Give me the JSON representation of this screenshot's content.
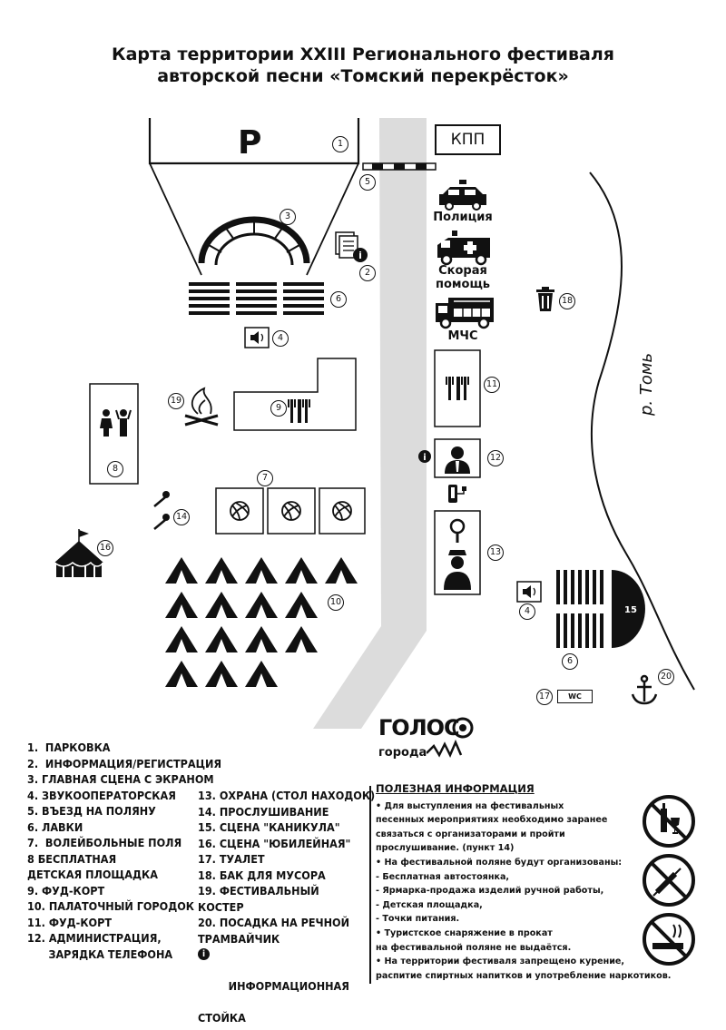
{
  "title": {
    "line1": "Карта территории XXIII Регионального фестиваля",
    "line2": "авторской песни «Томский перекрёсток»"
  },
  "map": {
    "parking_letter": "P",
    "kpp": "КПП",
    "police": "Полиция",
    "ambulance_line1": "Скорая",
    "ambulance_line2": "помощь",
    "mchs": "МЧС",
    "river": "р. Томь",
    "wc": "WC",
    "stage15": "15",
    "markers": [
      "1",
      "2",
      "3",
      "4",
      "5",
      "6",
      "7",
      "8",
      "9",
      "10",
      "11",
      "12",
      "13",
      "14",
      "15",
      "16",
      "17",
      "18",
      "19",
      "20"
    ]
  },
  "icons": [
    "parking-icon",
    "barrier-icon",
    "police-car-icon",
    "ambulance-icon",
    "fire-truck-icon",
    "stage-arch-icon",
    "info-stand-icon",
    "bench-icon",
    "speaker-icon",
    "children-icon",
    "campfire-icon",
    "fork-knife-icon",
    "volleyball-icon",
    "microphone-icon",
    "circus-tent-icon",
    "tent-icon",
    "trash-can-icon",
    "administrator-icon",
    "charger-icon",
    "magnifier-icon",
    "guard-icon",
    "anchor-icon",
    "no-alcohol-icon",
    "no-drugs-icon",
    "no-smoking-icon"
  ],
  "logo": {
    "line1": "ГОЛОС",
    "line2": "города"
  },
  "legend": {
    "col1": [
      "1.  ПАРКОВКА",
      "2.  ИНФОРМАЦИЯ/РЕГИСТРАЦИЯ",
      "3. ГЛАВНАЯ СЦЕНА С ЭКРАНОМ",
      "4. ЗВУКООПЕРАТОРСКАЯ",
      "5. ВЪЕЗД НА ПОЛЯНУ",
      "6. ЛАВКИ",
      "7.  ВОЛЕЙБОЛЬНЫЕ ПОЛЯ",
      "8 БЕСПЛАТНАЯ",
      "ДЕТСКАЯ ПЛОЩАДКА",
      "9. ФУД-КОРТ",
      "10. ПАЛАТОЧНЫЙ ГОРОДОК",
      "11. ФУД-КОРТ",
      "12. АДМИНИСТРАЦИЯ,",
      "      ЗАРЯДКА ТЕЛЕФОНА"
    ],
    "col2": [
      "13. ОХРАНА (СТОЛ НАХОДОК)",
      "14. ПРОСЛУШИВАНИЕ",
      "15. СЦЕНА \"КАНИКУЛА\"",
      "16. СЦЕНА \"ЮБИЛЕЙНАЯ\"",
      "17. ТУАЛЕТ",
      "18. БАК ДЛЯ МУСОРА",
      "19. ФЕСТИВАЛЬНЫЙ",
      "КОСТЕР",
      "20. ПОСАДКА НА РЕЧНОЙ",
      "ТРАМВАЙЧИК"
    ],
    "info_line1": "ИНФОРМАЦИОННАЯ",
    "info_line2": "СТОЙКА"
  },
  "useful": {
    "title": "ПОЛЕЗНАЯ ИНФОРМАЦИЯ",
    "lines": [
      "• Для выступления на фестивальных",
      "песенных мероприятиях необходимо заранее",
      "связаться с организаторами и пройти",
      "прослушивание. (пункт 14)",
      "• На фестивальной поляне будут организованы:",
      "- Бесплатная автостоянка,",
      "- Ярмарка-продажа изделий ручной работы,",
      "- Детская площадка,",
      "- Точки питания.",
      "• Туристское снаряжение в прокат",
      "на фестивальной поляне не выдаётся.",
      "• На территории фестиваля запрещено курение,",
      "распитие спиртных напитков и употребление наркотиков."
    ]
  }
}
